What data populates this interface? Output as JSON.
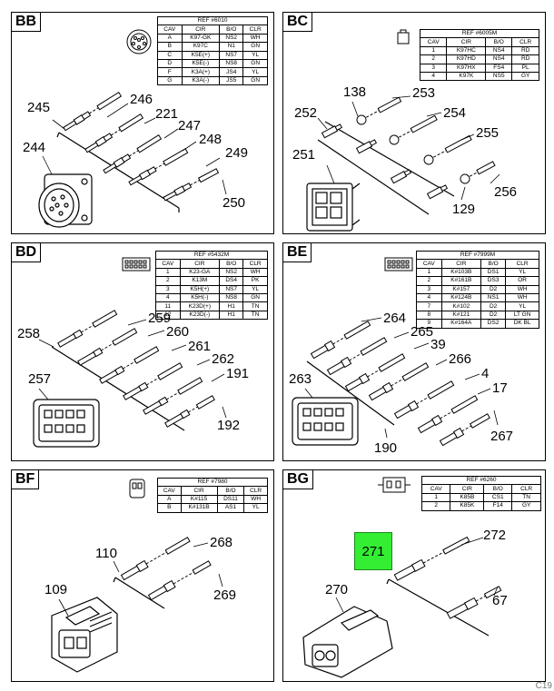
{
  "panels": {
    "bb": {
      "title": "BB",
      "ref": {
        "title": "REF #6010",
        "headers": [
          "CAV",
          "CIR",
          "B/O",
          "CLR"
        ],
        "rows": [
          [
            "A",
            "K97-GK",
            "NS2",
            "WH"
          ],
          [
            "B",
            "K97C",
            "N1",
            "GN"
          ],
          [
            "C",
            "K5E(+)",
            "NS7",
            "YL"
          ],
          [
            "D",
            "K5E(-)",
            "NS8",
            "GN"
          ],
          [
            "F",
            "K3A(+)",
            "JS4",
            "YL"
          ],
          [
            "G",
            "K3A(-)",
            "JS5",
            "GN"
          ]
        ]
      },
      "callouts": [
        "246",
        "245",
        "221",
        "247",
        "244",
        "248",
        "249",
        "250"
      ]
    },
    "bc": {
      "title": "BC",
      "ref": {
        "title": "REF #6005M",
        "headers": [
          "CAV",
          "CIR",
          "B/O",
          "CLR"
        ],
        "rows": [
          [
            "1",
            "K97HC",
            "NS4",
            "RD"
          ],
          [
            "2",
            "K97HD",
            "NS4",
            "RD"
          ],
          [
            "3",
            "K97HX",
            "FS4",
            "PL"
          ],
          [
            "4",
            "K97K",
            "NS5",
            "GY"
          ]
        ]
      },
      "callouts": [
        "138",
        "253",
        "252",
        "254",
        "255",
        "251",
        "256",
        "129"
      ]
    },
    "bd": {
      "title": "BD",
      "ref": {
        "title": "REF #5432M",
        "headers": [
          "CAV",
          "CIR",
          "B/O",
          "CLR"
        ],
        "rows": [
          [
            "1",
            "K23-GA",
            "NS2",
            "WH"
          ],
          [
            "2",
            "K13M",
            "DS4",
            "PK"
          ],
          [
            "3",
            "K5H(+)",
            "NS7",
            "YL"
          ],
          [
            "4",
            "K5H(-)",
            "NS8",
            "GN"
          ],
          [
            "11",
            "K23D(+)",
            "H1",
            "TN"
          ],
          [
            "12",
            "K23D(-)",
            "H1",
            "TN"
          ]
        ]
      },
      "callouts": [
        "259",
        "258",
        "260",
        "261",
        "262",
        "191",
        "257",
        "192"
      ]
    },
    "be": {
      "title": "BE",
      "ref": {
        "title": "REF #7999M",
        "headers": [
          "CAV",
          "CIR",
          "B/O",
          "CLR"
        ],
        "rows": [
          [
            "1",
            "K#103B",
            "DS1",
            "YL"
          ],
          [
            "2",
            "K#161B",
            "DS3",
            "OR"
          ],
          [
            "3",
            "K#157",
            "D2",
            "WH"
          ],
          [
            "4",
            "K#124B",
            "NS1",
            "WH"
          ],
          [
            "7",
            "K#102",
            "D2",
            "YL"
          ],
          [
            "8",
            "K#121",
            "D2",
            "LT GN"
          ],
          [
            "9",
            "K#164A",
            "DS2",
            "DK BL"
          ]
        ]
      },
      "callouts": [
        "264",
        "265",
        "39",
        "266",
        "263",
        "4",
        "17",
        "267",
        "190"
      ]
    },
    "bf": {
      "title": "BF",
      "ref": {
        "title": "REF #7980",
        "headers": [
          "CAV",
          "CIR",
          "B/O",
          "CLR"
        ],
        "rows": [
          [
            "A",
            "K#115",
            "DS11",
            "WH"
          ],
          [
            "B",
            "K#131B",
            "AS1",
            "YL"
          ]
        ]
      },
      "callouts": [
        "268",
        "110",
        "269",
        "109"
      ]
    },
    "bg": {
      "title": "BG",
      "ref": {
        "title": "REF #6260",
        "headers": [
          "CAV",
          "CIR",
          "B/O",
          "CLR"
        ],
        "rows": [
          [
            "1",
            "K85B",
            "CS1",
            "TN"
          ],
          [
            "2",
            "K85K",
            "F14",
            "GY"
          ]
        ]
      },
      "highlight": "271",
      "callouts": [
        "272",
        "270",
        "67"
      ]
    }
  },
  "page_number": "C19",
  "colors": {
    "highlight": "#33ee33",
    "line": "#000000",
    "background": "#ffffff"
  }
}
